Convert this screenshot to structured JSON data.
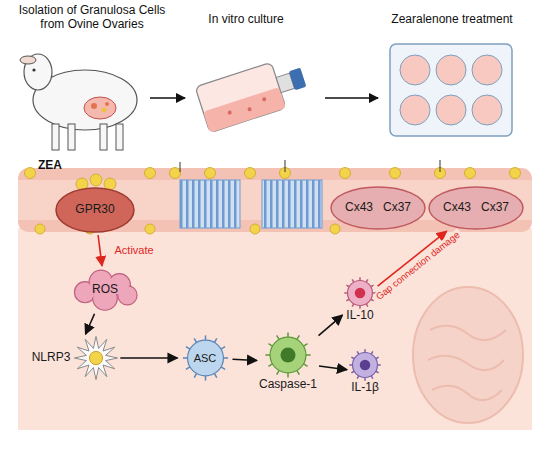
{
  "diagram": {
    "nodes": [
      {
        "text": [
          "GPR30"
        ]
      },
      {
        "text": [
          "Cx43",
          "Cx37"
        ]
      },
      {
        "text": [
          "Cx43",
          "Cx37"
        ]
      },
      {
        "text": [
          "ROS"
        ]
      },
      {
        "text": [
          "NLRP3"
        ]
      },
      {
        "text": [
          "ASC"
        ]
      },
      {
        "text": [
          "Caspase-1"
        ]
      },
      {
        "text": [
          "IL-10"
        ]
      },
      {
        "text": [
          "IL-1β"
        ]
      }
    ],
    "edges": [
      {
        "from": 0,
        "to": 3,
        "label": "Activate",
        "arrow": "to"
      },
      {
        "from": 3,
        "to": 4,
        "arrow": "to"
      },
      {
        "from": 4,
        "to": 5,
        "arrow": "to"
      },
      {
        "from": 5,
        "to": 6,
        "arrow": "to"
      },
      {
        "from": 6,
        "to": 7,
        "arrow": "to"
      },
      {
        "from": 6,
        "to": 8,
        "arrow": "to"
      },
      {
        "from": 7,
        "to": 2,
        "label": "Gap connection damage",
        "arrow": "to"
      }
    ],
    "labels": [
      "Isolation of Granulosa Cells from Ovine Ovaries",
      "In vitro culture",
      "Zearalenone treatment",
      "ZEA"
    ]
  }
}
